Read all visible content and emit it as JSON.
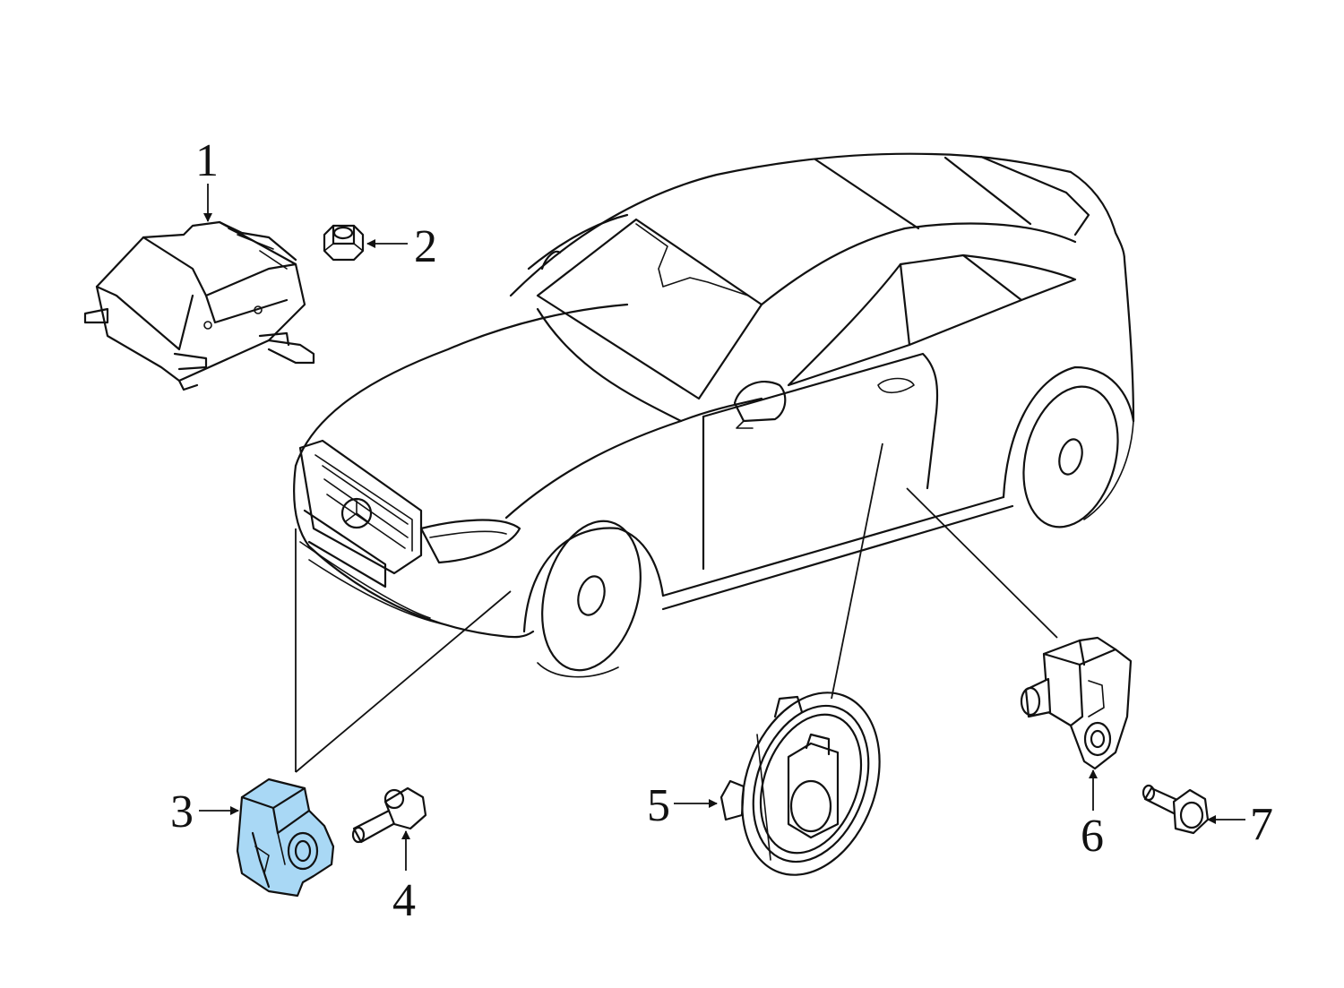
{
  "diagram": {
    "highlight_color": "#a9d8f5",
    "line_color": "#111111",
    "callouts": {
      "c1": "1",
      "c2": "2",
      "c3": "3",
      "c4": "4",
      "c5": "5",
      "c6": "6",
      "c7": "7"
    },
    "highlighted_part": "3"
  }
}
